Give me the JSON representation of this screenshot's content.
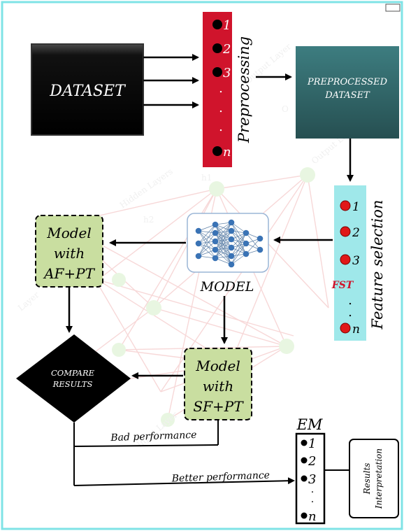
{
  "dataset": {
    "label": "DATASET"
  },
  "preprocessing": {
    "title": "Preprocessing",
    "items": [
      "1",
      "2",
      "3",
      ".",
      ".",
      ".",
      "n"
    ]
  },
  "preprocessed": {
    "line1": "PREPROCESSED",
    "line2": "DATASET"
  },
  "feature_selection": {
    "title": "Feature selection",
    "label": "FST",
    "items": [
      "1",
      "2",
      "3",
      ".",
      ".",
      "n"
    ]
  },
  "model": {
    "label": "MODEL"
  },
  "model_af": {
    "line1": "Model",
    "line2": "with",
    "line3": "AF+PT"
  },
  "model_sf": {
    "line1": "Model",
    "line2": "with",
    "line3": "SF+PT"
  },
  "compare": {
    "line1": "COMPARE",
    "line2": "RESULTS"
  },
  "bad_perf": "Bad performance",
  "better_perf": "Better performance",
  "em": {
    "title": "EM",
    "items": [
      "1",
      "2",
      "3",
      ".",
      ".",
      "n"
    ]
  },
  "results": {
    "line1": "Results",
    "line2": "Interpretation"
  },
  "watermark": {
    "hidden_layers": "Hidden Layers",
    "output_layer": "Output Layer",
    "input_layer": "Input Layer",
    "layer": "Layer",
    "h1": "h1",
    "h2": "h2",
    "o": "O"
  },
  "colors": {
    "frame": "#7fe3e6",
    "preprocessing_bar": "#d0142c",
    "preprocessed_box": "#2f6a6c",
    "feature_bar": "#9fe8ea",
    "model_green": "#c9dea0",
    "red_dot": "#e01818"
  }
}
